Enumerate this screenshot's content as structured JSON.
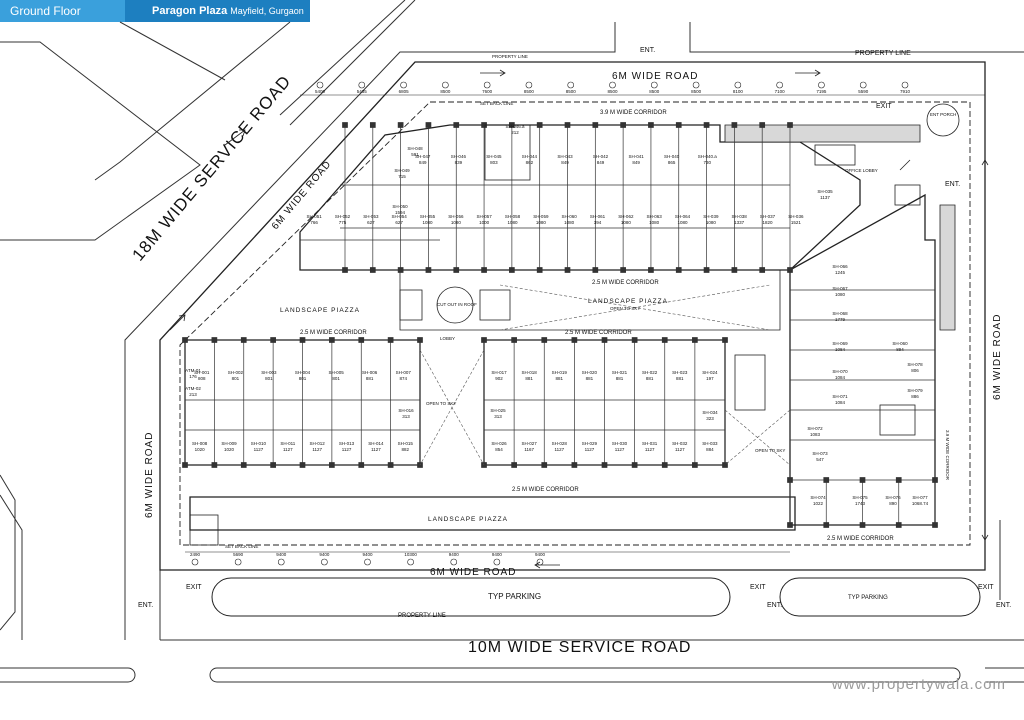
{
  "header": {
    "floor": "Ground Floor",
    "project_name": "Paragon Plaza",
    "project_location": "Mayfield, Gurgaon"
  },
  "roads": {
    "service_18m": "18M WIDE SERVICE ROAD",
    "road_6m_diag": "6M WIDE ROAD",
    "road_6m_top": "6M WIDE ROAD",
    "road_6m_bottom": "6M WIDE ROAD",
    "road_6m_left": "6M WIDE ROAD",
    "road_6m_right": "6M WIDE ROAD",
    "service_10m": "10M WIDE SERVICE ROAD"
  },
  "labels": {
    "property_line_top": "PROPERTY LINE",
    "property_line_top_small": "PROPERTY LINE",
    "property_line_bottom": "PROPERTY LINE",
    "set_back_line": "SET BACK LINE",
    "set_back_line_2": "SET BACK LINE",
    "corridor_3_9": "3.9 M WIDE CORRIDOR",
    "corridor_2_5_top": "2.5 M WIDE CORRIDOR",
    "corridor_2_5_left": "2.5 M WIDE CORRIDOR",
    "corridor_2_5_mid": "2.5 M WIDE CORRIDOR",
    "corridor_2_5_bottom": "2.5 M WIDE CORRIDOR",
    "corridor_2_5_right": "2.5 M WIDE CORRIDOR",
    "corridor_3_9_right": "3.9 M WIDE CORRIDOR",
    "landscape_left": "LANDSCAPE PIAZZA",
    "landscape_mid": "LANDSCAPE PIAZZA",
    "landscape_bottom": "LANDSCAPE PIAZZA",
    "open_to_sky_1": "OPEN TO SKY",
    "open_to_sky_2": "OPEN TO SKY",
    "open_to_sky_3": "OPEN TO SKY",
    "lobby": "LOBBY",
    "cut_out_in_roof": "CUT OUT IN ROOF",
    "office_lobby": "OFFICE LOBBY",
    "ent_porch": "ENT PORCH",
    "parking_1": "TYP PARKING",
    "parking_2": "TYP PARKING",
    "exit_1": "EXIT",
    "exit_2": "EXIT",
    "exit_3": "EXIT",
    "exit_4": "EXIT",
    "ent_1": "ENT.",
    "ent_2": "ENT.",
    "ent_3": "ENT.",
    "ent_4": "ENT.",
    "entry": "ENT."
  },
  "dimensions_top": [
    "5400",
    "5435",
    "6805",
    "8500",
    "7600",
    "8500",
    "8500",
    "8500",
    "8500",
    "8500",
    "8100",
    "7100",
    "7195",
    "5590",
    "7910"
  ],
  "dimensions_bottom": [
    "2490",
    "5690",
    "9400",
    "9400",
    "9400",
    "10300",
    "9400",
    "9400",
    "9400"
  ],
  "shops_top_row": [
    {
      "id": "SH-051",
      "area": "766"
    },
    {
      "id": "SH-052",
      "area": "775"
    },
    {
      "id": "SH-053",
      "area": "627"
    },
    {
      "id": "SH-054",
      "area": "627"
    },
    {
      "id": "SH-055",
      "area": "1080"
    },
    {
      "id": "SH-056",
      "area": "1080"
    },
    {
      "id": "SH-057",
      "area": "1000"
    },
    {
      "id": "SH-058",
      "area": "1080"
    },
    {
      "id": "SH-059",
      "area": "1080"
    },
    {
      "id": "SH-060",
      "area": "1080"
    },
    {
      "id": "SH-061",
      "area": "394"
    },
    {
      "id": "SH-062",
      "area": "1080"
    },
    {
      "id": "SH-063",
      "area": "1080"
    },
    {
      "id": "SH-064",
      "area": "1080"
    },
    {
      "id": "SH-039",
      "area": "1080"
    },
    {
      "id": "SH-038",
      "area": "1337"
    },
    {
      "id": "SH-037",
      "area": "1820"
    },
    {
      "id": "SH-036",
      "area": "1521"
    }
  ],
  "shops_top_upper": [
    {
      "id": "SH-047",
      "area": "849"
    },
    {
      "id": "SH-046",
      "area": "839"
    },
    {
      "id": "SH-045",
      "area": "803"
    },
    {
      "id": "SH-044",
      "area": "862"
    },
    {
      "id": "SH-043",
      "area": "849"
    },
    {
      "id": "SH-042",
      "area": "849"
    },
    {
      "id": "SH-041",
      "area": "849"
    },
    {
      "id": "SH-040",
      "area": "865"
    },
    {
      "id": "SH-040.a",
      "area": "730"
    }
  ],
  "shops_top_misc": [
    {
      "id": "SH-048",
      "area": "591"
    },
    {
      "id": "SH-049",
      "area": "715"
    },
    {
      "id": "SH-050",
      "area": "1594"
    },
    {
      "id": "SH-046.a",
      "area": "212"
    },
    {
      "id": "SH-035",
      "area": "1137"
    }
  ],
  "shops_left_top": [
    {
      "id": "SH-001",
      "area": "808"
    },
    {
      "id": "SH-002",
      "area": "801"
    },
    {
      "id": "SH-003",
      "area": "801"
    },
    {
      "id": "SH-004",
      "area": "801"
    },
    {
      "id": "SH-005",
      "area": "801"
    },
    {
      "id": "SH-006",
      "area": "881"
    },
    {
      "id": "SH-007",
      "area": "874"
    }
  ],
  "shops_left_bottom": [
    {
      "id": "SH-008",
      "area": "1020"
    },
    {
      "id": "SH-009",
      "area": "1020"
    },
    {
      "id": "SH-010",
      "area": "1127"
    },
    {
      "id": "SH-011",
      "area": "1127"
    },
    {
      "id": "SH-012",
      "area": "1127"
    },
    {
      "id": "SH-013",
      "area": "1127"
    },
    {
      "id": "SH-014",
      "area": "1127"
    },
    {
      "id": "SH-015",
      "area": "882"
    }
  ],
  "shops_left_misc": [
    {
      "id": "ATM-01",
      "area": "176"
    },
    {
      "id": "ATM-02",
      "area": "213"
    },
    {
      "id": "SH-016",
      "area": "313"
    }
  ],
  "shops_mid_top": [
    {
      "id": "SH-017",
      "area": "902"
    },
    {
      "id": "SH-018",
      "area": "881"
    },
    {
      "id": "SH-019",
      "area": "881"
    },
    {
      "id": "SH-020",
      "area": "881"
    },
    {
      "id": "SH-021",
      "area": "881"
    },
    {
      "id": "SH-022",
      "area": "881"
    },
    {
      "id": "SH-023",
      "area": "881"
    },
    {
      "id": "SH-024",
      "area": "197"
    }
  ],
  "shops_mid_bottom": [
    {
      "id": "SH-026",
      "area": "854"
    },
    {
      "id": "SH-027",
      "area": "1167"
    },
    {
      "id": "SH-028",
      "area": "1127"
    },
    {
      "id": "SH-029",
      "area": "1127"
    },
    {
      "id": "SH-030",
      "area": "1127"
    },
    {
      "id": "SH-031",
      "area": "1127"
    },
    {
      "id": "SH-032",
      "area": "1127"
    },
    {
      "id": "SH-033",
      "area": "884"
    }
  ],
  "shops_mid_misc": [
    {
      "id": "SH-025",
      "area": "313"
    },
    {
      "id": "SH-034",
      "area": "323"
    }
  ],
  "shops_right": [
    {
      "id": "SH-066",
      "area": "1245"
    },
    {
      "id": "SH-067",
      "area": "1080"
    },
    {
      "id": "SH-068",
      "area": "1779"
    },
    {
      "id": "SH-069",
      "area": "1084"
    },
    {
      "id": "SH-060",
      "area": "894"
    },
    {
      "id": "SH-070",
      "area": "1084"
    },
    {
      "id": "SH-078",
      "area": "806"
    },
    {
      "id": "SH-079",
      "area": "886"
    },
    {
      "id": "SH-071",
      "area": "1084"
    },
    {
      "id": "SH-072",
      "area": "1083"
    },
    {
      "id": "SH-073",
      "area": "547"
    },
    {
      "id": "SH-074",
      "area": "1022"
    },
    {
      "id": "SH-075",
      "area": "1743"
    },
    {
      "id": "SH-076",
      "area": "890"
    },
    {
      "id": "SH-077",
      "area": "1068.74"
    }
  ],
  "watermark": "www.propertywala.com",
  "colors": {
    "header_light": "#3aa0dc",
    "header_dark": "#1d7fc0",
    "line": "#222222",
    "column": "#333333"
  }
}
